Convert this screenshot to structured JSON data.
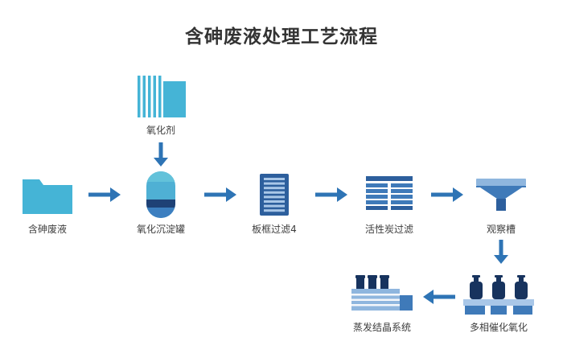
{
  "title": "含砷废液处理工艺流程",
  "colors": {
    "cyan": "#45b4d6",
    "arrow": "#2e74b5",
    "navy": "#17335e",
    "deep": "#1e4176",
    "mid": "#2d5f9d",
    "steel": "#3f7ab9",
    "light": "#8fb6de",
    "pale": "#a9c7e8",
    "titlecolor": "#333333",
    "labelcolor": "#3d3d3d"
  },
  "nodes": {
    "oxidant": {
      "label": "氧化剂"
    },
    "waste": {
      "label": "含砷废液"
    },
    "tank": {
      "label": "氧化沉淀罐"
    },
    "plate_filter": {
      "label": "板框过滤4"
    },
    "carbon_filter": {
      "label": "活性炭过滤"
    },
    "observation": {
      "label": "观察槽"
    },
    "catalytic": {
      "label": "多相催化氧化"
    },
    "evaporation": {
      "label": "蒸发结晶系统"
    }
  }
}
